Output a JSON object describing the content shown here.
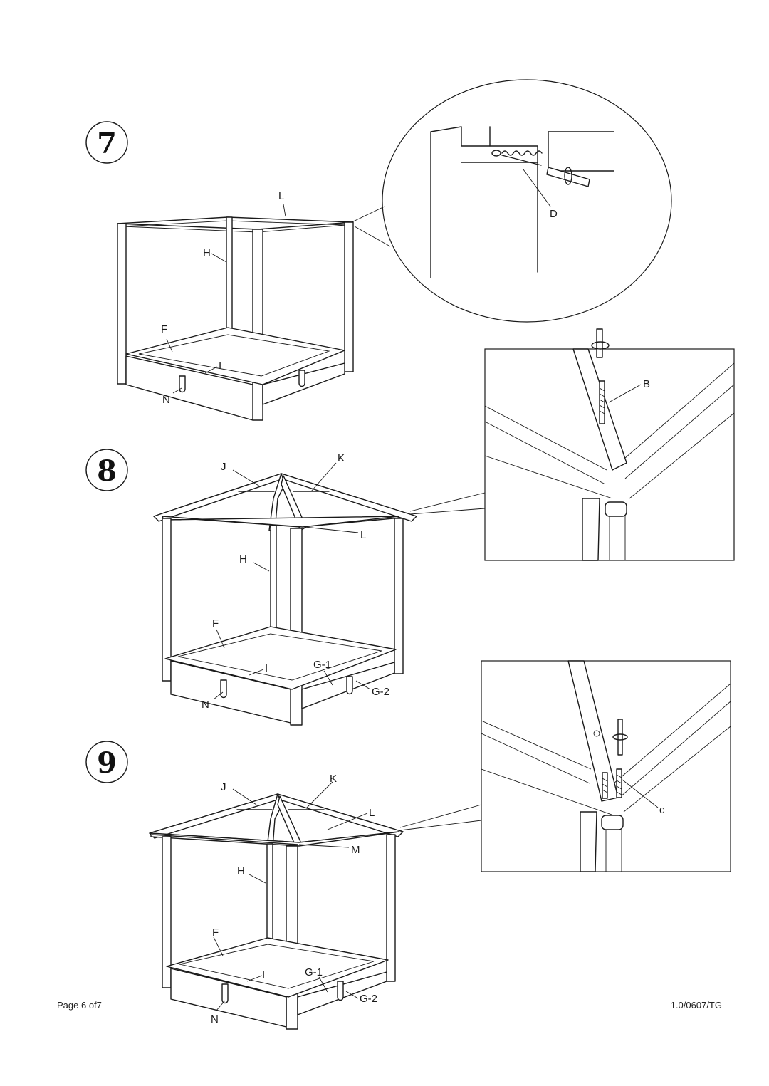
{
  "steps": [
    {
      "number": "7",
      "labels": {
        "L": "L",
        "H": "H",
        "F": "F",
        "I": "I",
        "N": "N"
      },
      "detail_labels": {
        "D": "D"
      }
    },
    {
      "number": "8",
      "labels": {
        "J": "J",
        "K": "K",
        "L": "L",
        "H": "H",
        "F": "F",
        "I": "I",
        "G1": "G-1",
        "G2": "G-2",
        "N": "N"
      },
      "detail_labels": {
        "B": "B"
      }
    },
    {
      "number": "9",
      "labels": {
        "J": "J",
        "K": "K",
        "L": "L",
        "M": "M",
        "H": "H",
        "F": "F",
        "I": "I",
        "G1": "G-1",
        "G2": "G-2",
        "N": "N"
      },
      "detail_labels": {
        "c": "c"
      }
    }
  ],
  "footer": {
    "page": "Page 6 of7",
    "version": "1.0/0607/TG"
  }
}
